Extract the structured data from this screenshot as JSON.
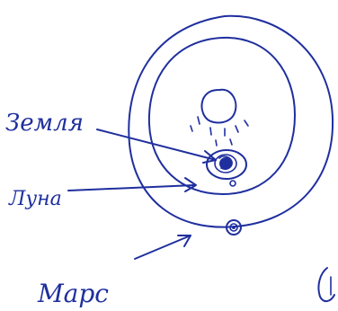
{
  "labels": {
    "earth": "Земля",
    "moon": "Луна",
    "mars": "Марс"
  },
  "colors": {
    "ink": "#1f2f9e",
    "paper": "#ffffff"
  }
}
